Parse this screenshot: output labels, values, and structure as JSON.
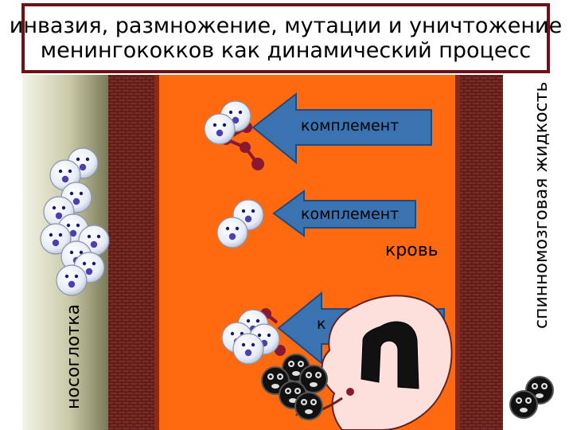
{
  "title": {
    "line1": "инвазия, размножение, мутации и уничтожение",
    "line2": "менингококков как динамический процесс"
  },
  "labels": {
    "nasopharynx": "носоглотка",
    "csf": "спинномозговая жидкость",
    "blood": "кровь",
    "complement_1": "комплемент",
    "complement_2": "комплемент",
    "complement_3_partial": "к"
  },
  "icons": [
    "meningococcus-cell-icon",
    "dead-meningococcus-icon",
    "complement-arrow-icon",
    "complement-chain-icon",
    "phagocyte-icon"
  ],
  "colors": {
    "blood": "#ff6a10",
    "wall": "#7b2c26",
    "arrow": "#3a73b0",
    "complement": "#8a1830",
    "title_border": "#6e1018",
    "mucosa": "#7a7a5a"
  }
}
